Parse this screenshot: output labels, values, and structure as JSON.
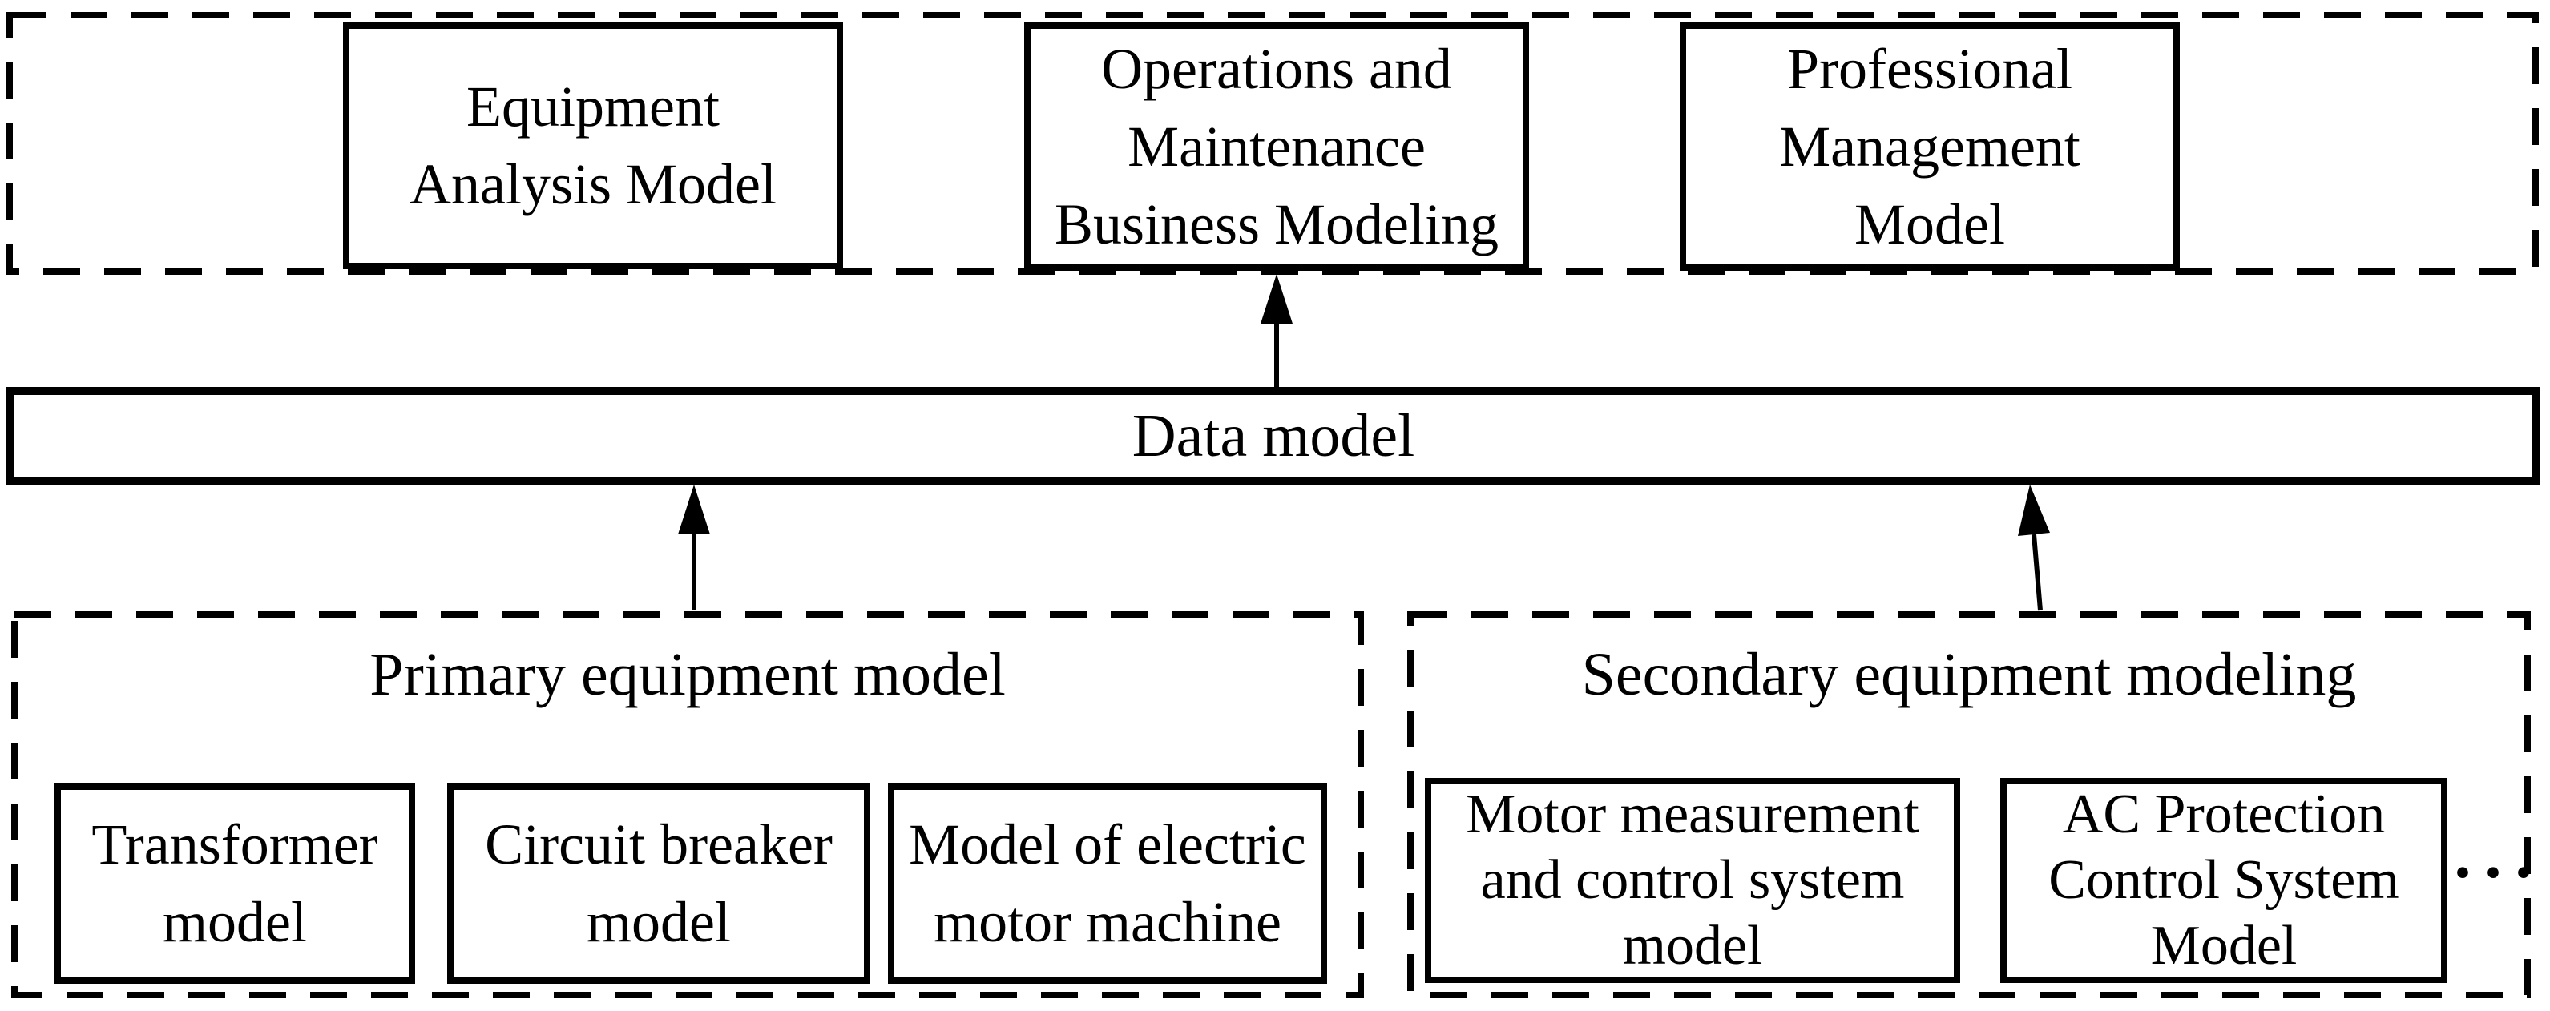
{
  "figure": {
    "background_color": "#ffffff",
    "line_color": "#000000"
  },
  "top_layer": {
    "boxes": [
      {
        "lines": [
          "Equipment",
          "Analysis Model"
        ]
      },
      {
        "lines": [
          "Operations and",
          "Maintenance",
          "Business Modeling"
        ]
      },
      {
        "lines": [
          "Professional",
          "Management",
          "Model"
        ]
      }
    ]
  },
  "data_model": {
    "label": "Data model"
  },
  "primary": {
    "title": "Primary equipment model",
    "boxes": [
      {
        "lines": [
          "Transformer",
          "model"
        ]
      },
      {
        "lines": [
          "Circuit breaker",
          "model"
        ]
      },
      {
        "lines": [
          "Model of electric",
          "motor machine"
        ]
      }
    ]
  },
  "secondary": {
    "title": "Secondary equipment modeling",
    "boxes": [
      {
        "lines": [
          "Motor measurement",
          "and control system",
          "model"
        ]
      },
      {
        "lines": [
          "AC Protection",
          "Control System",
          "Model"
        ]
      }
    ],
    "ellipsis": "···"
  }
}
